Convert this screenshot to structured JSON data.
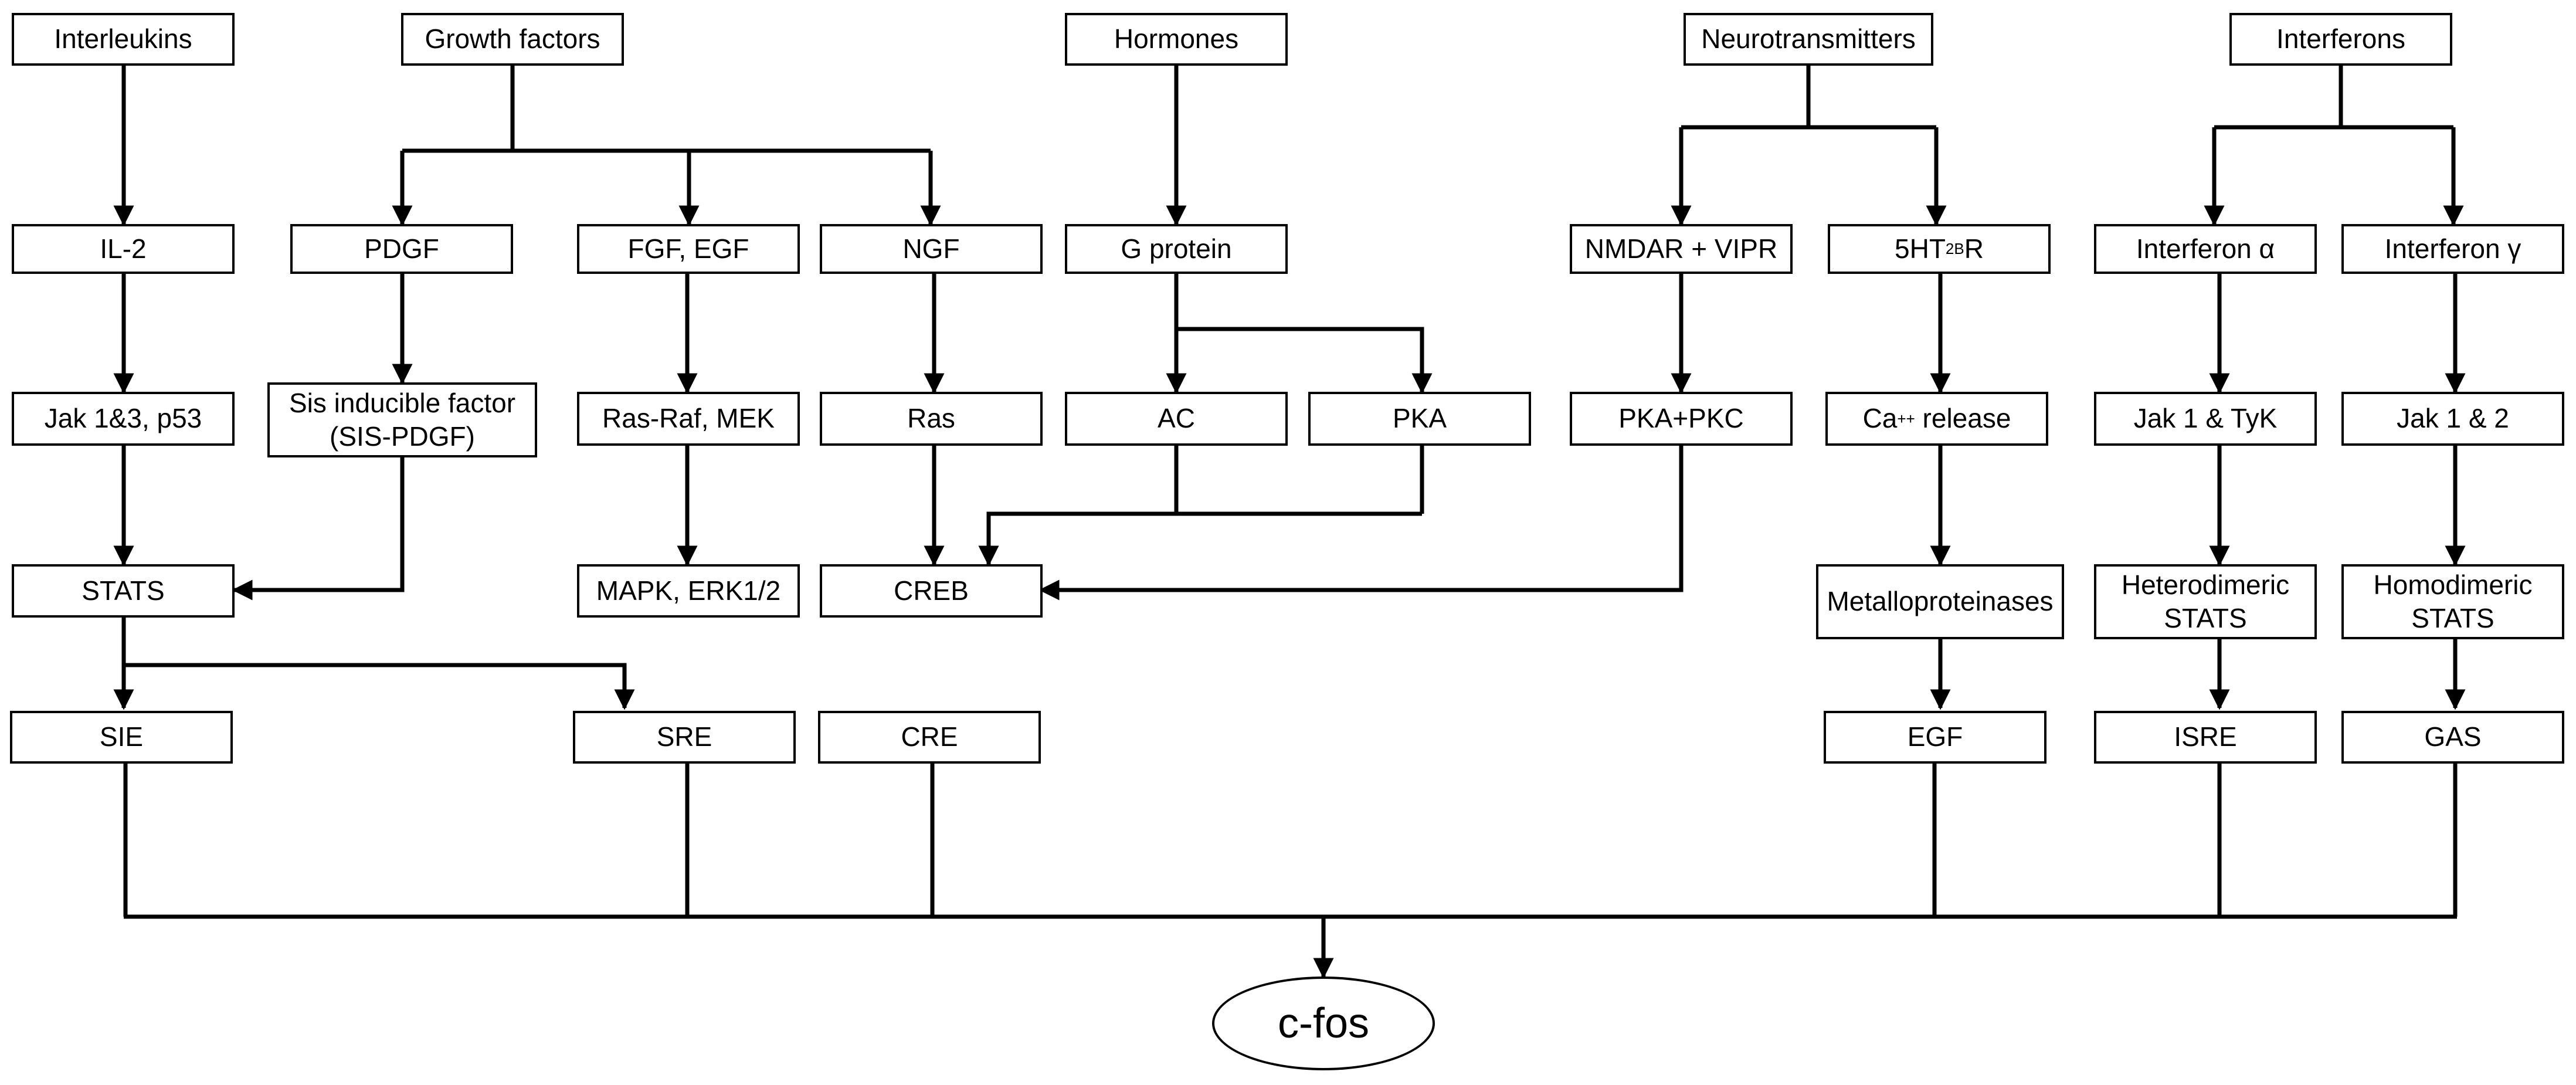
{
  "nodes": {
    "interleukins": "Interleukins",
    "growth_factors": "Growth factors",
    "hormones": "Hormones",
    "neurotransmitters": "Neurotransmitters",
    "interferons": "Interferons",
    "il2": "IL-2",
    "pdgf": "PDGF",
    "fgf_egf": "FGF, EGF",
    "ngf": "NGF",
    "g_protein": "G protein",
    "nmdar_vipr": "NMDAR + VIPR",
    "ht2br": {
      "base": "5HT",
      "sub": "2B",
      "tail": "R"
    },
    "interferon_alpha": "Interferon α",
    "interferon_gamma": "Interferon γ",
    "jak13_p53": "Jak 1&3, p53",
    "sis_factor": {
      "line1": "Sis inducible factor",
      "line2": "(SIS-PDGF)"
    },
    "ras_raf_mek": "Ras-Raf, MEK",
    "ras": "Ras",
    "ac": "AC",
    "pka": "PKA",
    "pka_pkc": "PKA+PKC",
    "ca_release": {
      "base": "Ca",
      "sup": "++",
      "tail": " release"
    },
    "jak1_tyk": "Jak 1 & TyK",
    "jak1_2": "Jak 1 & 2",
    "stats": "STATS",
    "mapk_erk": "MAPK, ERK1/2",
    "creb": "CREB",
    "metalloproteinases": "Metalloproteinases",
    "hetero_stats": {
      "line1": "Heterodimeric",
      "line2": "STATS"
    },
    "homo_stats": {
      "line1": "Homodimeric",
      "line2": "STATS"
    },
    "sie": "SIE",
    "sre": "SRE",
    "cre": "CRE",
    "egf": "EGF",
    "isre": "ISRE",
    "gas": "GAS",
    "cfos": "c-fos"
  }
}
